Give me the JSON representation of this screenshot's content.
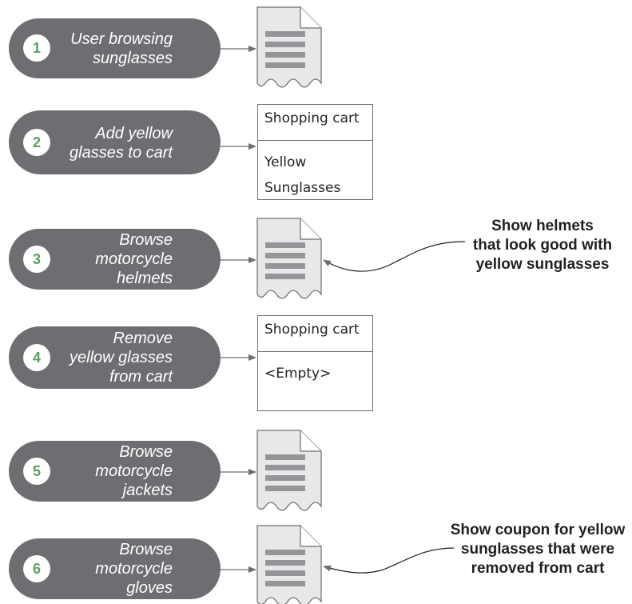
{
  "steps": [
    {
      "number": "1",
      "lines": [
        "User browsing",
        "sunglasses"
      ],
      "target": "page"
    },
    {
      "number": "2",
      "lines": [
        "Add yellow",
        "glasses to cart"
      ],
      "target": "cart"
    },
    {
      "number": "3",
      "lines": [
        "Browse",
        "motorcycle",
        "helmets"
      ],
      "target": "page"
    },
    {
      "number": "4",
      "lines": [
        "Remove",
        "yellow glasses",
        "from cart"
      ],
      "target": "cart"
    },
    {
      "number": "5",
      "lines": [
        "Browse",
        "motorcycle",
        "jackets"
      ],
      "target": "page"
    },
    {
      "number": "6",
      "lines": [
        "Browse",
        "motorcycle",
        "gloves"
      ],
      "target": "page"
    }
  ],
  "carts": [
    {
      "title": "Shopping cart",
      "items": [
        "Yellow",
        "Sunglasses"
      ]
    },
    {
      "title": "Shopping cart",
      "items": [
        "<Empty>"
      ]
    }
  ],
  "callouts": [
    {
      "lines": [
        "Show helmets",
        "that look good with",
        "yellow sunglasses"
      ]
    },
    {
      "lines": [
        "Show coupon for yellow",
        "sunglasses that were",
        "removed from cart"
      ]
    }
  ],
  "colors": {
    "pill": "#6d6e71",
    "badge_text": "#5b9e63",
    "document_fill": "#e8e8e9",
    "document_lines": "#939598",
    "stroke": "#6d6e71"
  },
  "icons": {
    "page": "document-icon"
  }
}
